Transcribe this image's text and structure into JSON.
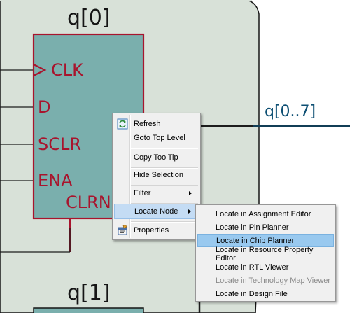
{
  "schematic": {
    "register0": {
      "title": "q[0]",
      "ports": [
        "CLK",
        "D",
        "SCLR",
        "ENA"
      ],
      "bottom_port": "CLRN"
    },
    "register1": {
      "title": "q[1]"
    },
    "bus_label": "q[0..7]",
    "colors": {
      "background": "#d8e1d8",
      "block_fill": "#7aafad",
      "block_stroke": "#a8142d",
      "wire": "#1c1c1c",
      "bus_highlight": "#0d4f73"
    }
  },
  "context_menu": {
    "items": [
      {
        "label": "Refresh",
        "icon": "refresh-icon"
      },
      {
        "label": "Goto Top Level"
      },
      {
        "label": "Copy ToolTip"
      },
      {
        "label": "Hide Selection"
      },
      {
        "label": "Filter",
        "submenu": true
      },
      {
        "label": "Locate Node",
        "submenu": true,
        "highlighted": true
      },
      {
        "label": "Properties",
        "icon": "properties-icon"
      }
    ]
  },
  "locate_submenu": {
    "items": [
      {
        "label": "Locate in Assignment Editor"
      },
      {
        "label": "Locate in Pin Planner"
      },
      {
        "label": "Locate in Chip Planner",
        "highlighted": true
      },
      {
        "label": "Locate in Resource Property Editor"
      },
      {
        "label": "Locate in RTL Viewer"
      },
      {
        "label": "Locate in Technology Map Viewer",
        "disabled": true
      },
      {
        "label": "Locate in Design File"
      }
    ]
  }
}
